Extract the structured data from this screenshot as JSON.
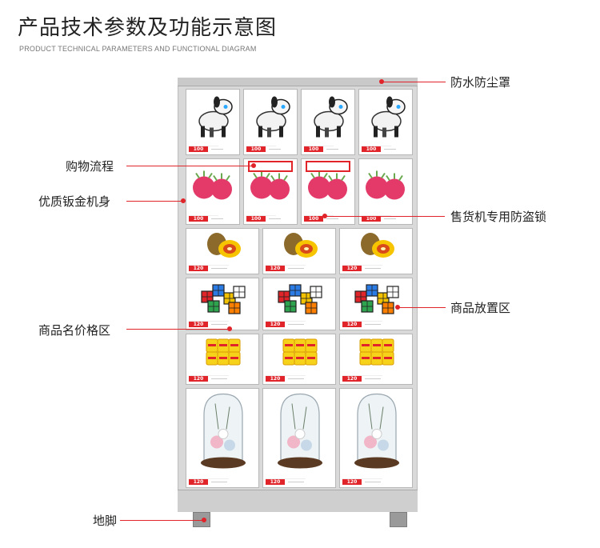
{
  "header": {
    "title": "产品技术参数及功能示意图",
    "subtitle": "PRODUCT TECHNICAL PARAMETERS AND FUNCTIONAL DIAGRAM"
  },
  "callouts": {
    "dust_cover": "防水防尘罩",
    "shopping_process": "购物流程",
    "sheet_metal_body": "优质钣金机身",
    "anti_theft_lock": "售货机专用防盗锁",
    "product_area": "商品放置区",
    "name_price_area": "商品名价格区",
    "feet": "地脚"
  },
  "cabinet": {
    "rows": [
      {
        "product": "robot-dog",
        "cells": 4,
        "price": "100"
      },
      {
        "product": "dragon-fruit",
        "cells": 4,
        "price": "100"
      },
      {
        "product": "kiwi",
        "cells": 3,
        "price": "120"
      },
      {
        "product": "rubiks-cubes",
        "cells": 3,
        "price": "120"
      },
      {
        "product": "snack-bags",
        "cells": 3,
        "price": "120"
      },
      {
        "product": "preserved-flower-dome",
        "cells": 3,
        "price": "120"
      }
    ]
  },
  "colors": {
    "accent": "#e0242a",
    "cabinet": "#d9d9d9",
    "text": "#222222"
  }
}
